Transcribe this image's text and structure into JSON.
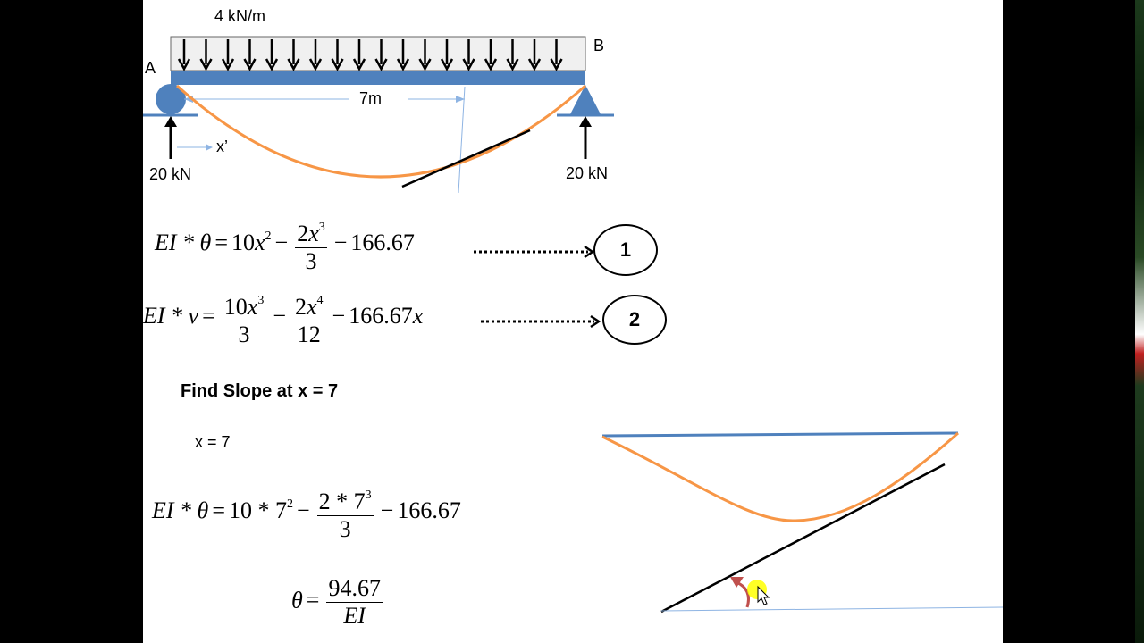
{
  "beam": {
    "load_label": "4 kN/m",
    "support_a_label": "A",
    "support_b_label": "B",
    "span_label": "7m",
    "x_axis_label": "x’",
    "reaction_left": "20 kN",
    "reaction_right": "20 kN"
  },
  "eq1": {
    "lhs": "EI * θ",
    "t1_coef": "10",
    "t1_var": "x",
    "t1_exp": "2",
    "frac_num_coef": "2",
    "frac_num_var": "x",
    "frac_num_exp": "3",
    "frac_den": "3",
    "const": "166.67",
    "marker": "1"
  },
  "eq2": {
    "lhs": "EI * ν",
    "f1_num_coef": "10",
    "f1_num_var": "x",
    "f1_num_exp": "3",
    "f1_den": "3",
    "f2_num_coef": "2",
    "f2_num_var": "x",
    "f2_num_exp": "4",
    "f2_den": "12",
    "const": "166.67",
    "const_var": "x",
    "marker": "2"
  },
  "task": {
    "heading": "Find Slope at x = 7",
    "given": "x = 7"
  },
  "eq3": {
    "lhs": "EI * θ",
    "t1": "10 * 7",
    "t1_exp": "2",
    "frac_num": "2 * 7",
    "frac_num_exp": "3",
    "frac_den": "3",
    "const": "166.67"
  },
  "result": {
    "lhs": "θ",
    "num": "94.67",
    "den": "EI"
  },
  "colors": {
    "beam": "#4f81bd",
    "deflection": "#f79646",
    "tangent": "#000000",
    "arrow_arc": "#c0504d",
    "cursor_highlight": "#ffff00"
  }
}
